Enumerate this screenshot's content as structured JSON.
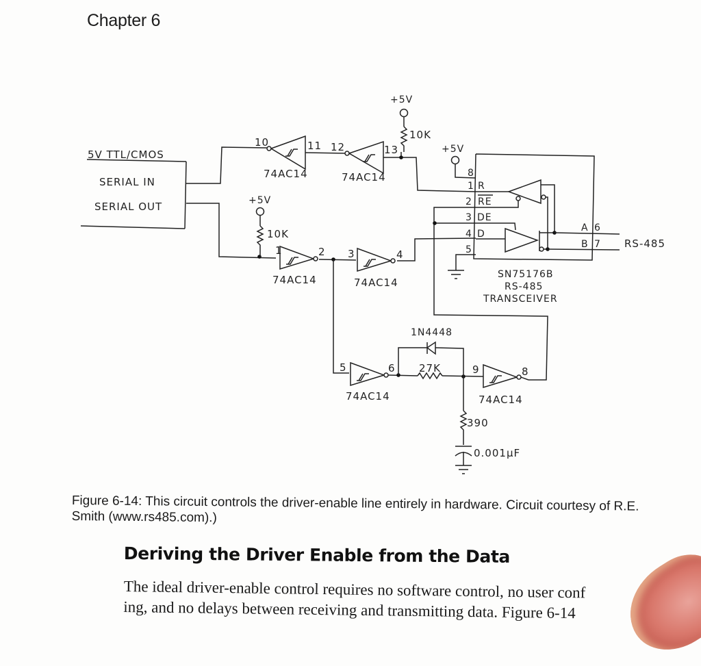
{
  "page": {
    "running_head": "Chapter 6"
  },
  "figure": {
    "uart_block": {
      "title": "5V TTL/CMOS",
      "pins": [
        "SERIAL IN",
        "SERIAL OUT"
      ]
    },
    "supply_labels": [
      "+5V",
      "+5V",
      "+5V"
    ],
    "resistors": [
      {
        "id": "pullup-receive",
        "value": "10K"
      },
      {
        "id": "pullup-transmit",
        "value": "10K"
      },
      {
        "id": "delay",
        "value": "27K"
      },
      {
        "id": "series",
        "value": "390"
      }
    ],
    "capacitor": {
      "value": "0.001µF"
    },
    "diode": {
      "part": "1N4448"
    },
    "inverters": [
      {
        "in_pin": "10",
        "out_pin": "11",
        "part": "74AC14"
      },
      {
        "in_pin": "12",
        "out_pin": "13",
        "part": "74AC14"
      },
      {
        "in_pin": "1",
        "out_pin": "2",
        "part": "74AC14"
      },
      {
        "in_pin": "3",
        "out_pin": "4",
        "part": "74AC14"
      },
      {
        "in_pin": "5",
        "out_pin": "6",
        "part": "74AC14"
      },
      {
        "in_pin": "9",
        "out_pin": "8",
        "part": "74AC14"
      }
    ],
    "transceiver": {
      "pins_left": [
        {
          "num": "8",
          "name": ""
        },
        {
          "num": "1",
          "name": "R"
        },
        {
          "num": "2",
          "name": "RE"
        },
        {
          "num": "3",
          "name": "DE"
        },
        {
          "num": "4",
          "name": "D"
        },
        {
          "num": "5",
          "name": ""
        }
      ],
      "pins_right": [
        {
          "num": "6",
          "name": "A"
        },
        {
          "num": "7",
          "name": "B"
        }
      ],
      "label_lines": [
        "SN75176B",
        "RS-485",
        "TRANSCEIVER"
      ]
    },
    "bus_label": "RS-485",
    "caption": "Figure 6-14: This circuit controls the driver-enable line entirely in hardware. Circuit courtesy of R.E. Smith (www.rs485.com).)"
  },
  "section": {
    "heading": "Deriving the Driver Enable from the Data",
    "body_lines": [
      "The ideal driver-enable control requires no software control, no user conf",
      "ing, and no delays between receiving and transmitting data. Figure 6-14"
    ]
  }
}
